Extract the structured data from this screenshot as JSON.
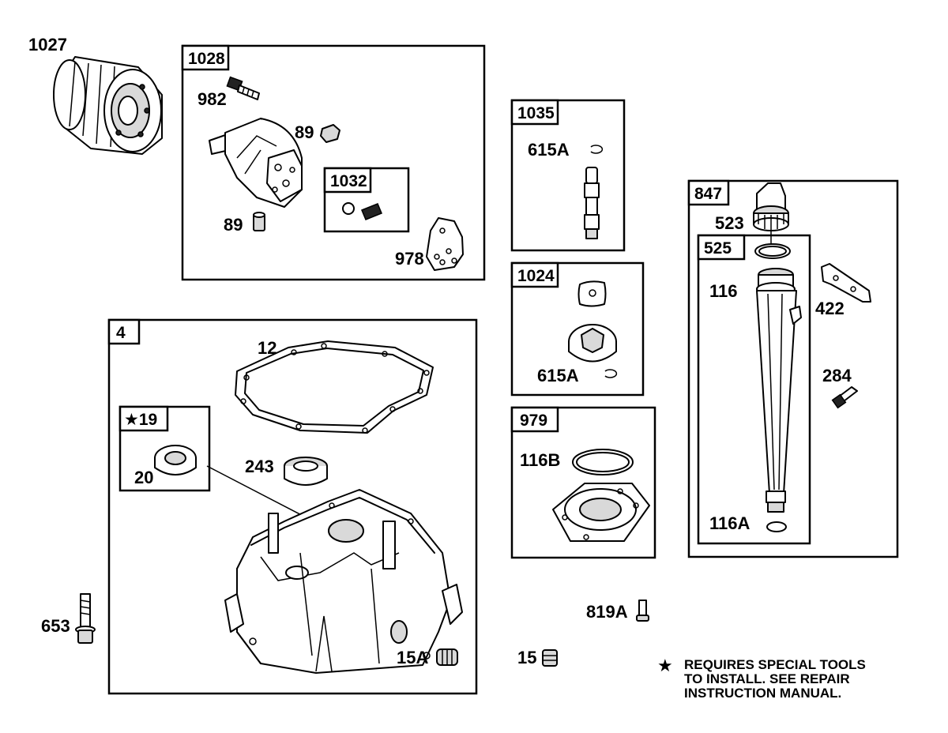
{
  "boxes": {
    "b1028": "1028",
    "b1032": "1032",
    "b1035": "1035",
    "b1024": "1024",
    "b979": "979",
    "b847": "847",
    "b525": "525",
    "b4": "4",
    "b19": "★19"
  },
  "labels": {
    "p1027": "1027",
    "p982": "982",
    "p89a": "89",
    "p89b": "89",
    "p978": "978",
    "p615a1": "615A",
    "p615a2": "615A",
    "p116b": "116B",
    "p523": "523",
    "p116": "116",
    "p422": "422",
    "p284": "284",
    "p116a": "116A",
    "p12": "12",
    "p20": "20",
    "p243": "243",
    "p653": "653",
    "p15a": "15A",
    "p15": "15",
    "p819a": "819A"
  },
  "note": {
    "star": "★",
    "line1": "REQUIRES SPECIAL TOOLS",
    "line2": "TO INSTALL.  SEE REPAIR",
    "line3": "INSTRUCTION MANUAL."
  }
}
